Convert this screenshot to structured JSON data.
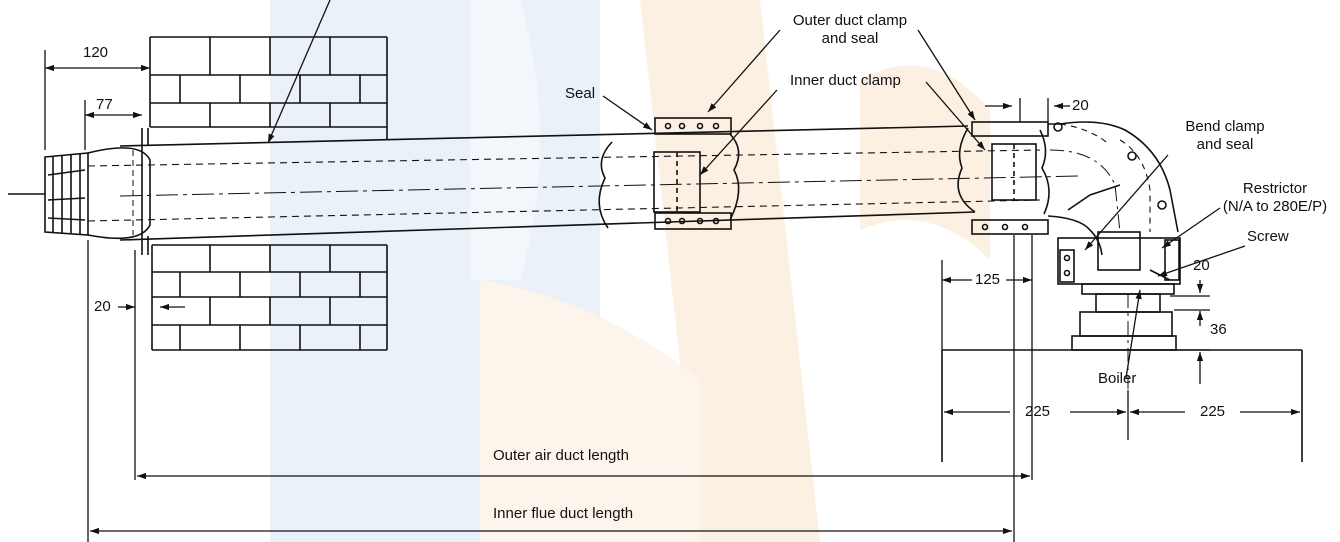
{
  "labels": {
    "outer_clamp_line1": "Outer duct clamp",
    "outer_clamp_line2": "and seal",
    "inner_clamp": "Inner duct clamp",
    "seal": "Seal",
    "bend_clamp_line1": "Bend clamp",
    "bend_clamp_line2": "and seal",
    "restrictor_line1": "Restrictor",
    "restrictor_line2": "(N/A to 280E/P)",
    "screw": "Screw",
    "boiler": "Boiler",
    "outer_air_duct_length": "Outer air duct length",
    "inner_flue_duct_length": "Inner flue duct length"
  },
  "dimensions": {
    "d120": "120",
    "d77": "77",
    "d20_left": "20",
    "d20_top": "20",
    "d125": "125",
    "d20_right": "20",
    "d36": "36",
    "d225_left": "225",
    "d225_right": "225"
  },
  "colors": {
    "line": "#111111",
    "watermark_blue": "#e6eef7",
    "watermark_orange": "#f9ead6"
  }
}
